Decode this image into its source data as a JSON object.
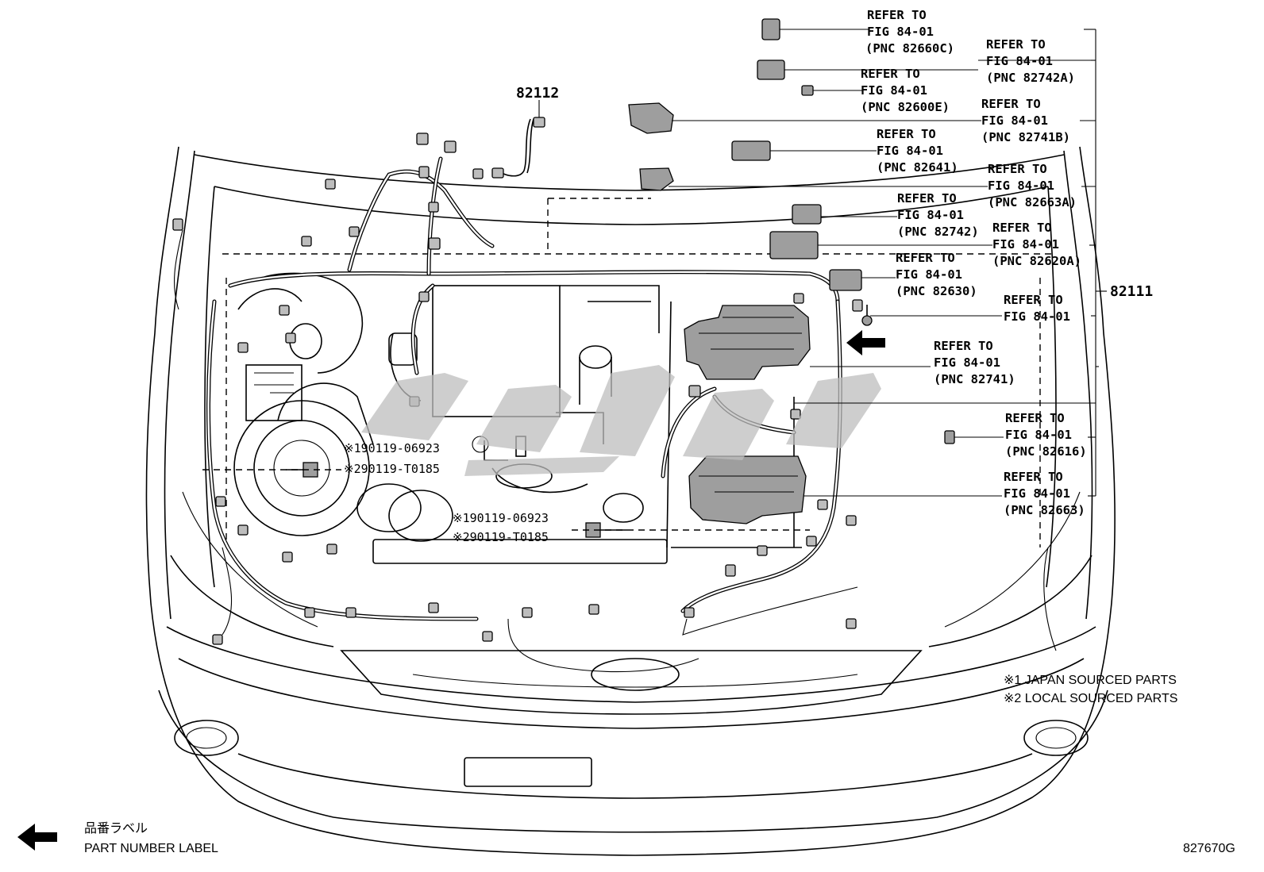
{
  "part_numbers": {
    "upper": "82112",
    "right": "82111"
  },
  "references": [
    {
      "line1": "REFER TO",
      "line2": "FIG 84-01",
      "line3": "(PNC 82660C)"
    },
    {
      "line1": "REFER TO",
      "line2": "FIG 84-01",
      "line3": "(PNC 82742A)"
    },
    {
      "line1": "REFER TO",
      "line2": "FIG 84-01",
      "line3": "(PNC 82600E)"
    },
    {
      "line1": "REFER TO",
      "line2": "FIG 84-01",
      "line3": "(PNC 82741B)"
    },
    {
      "line1": "REFER TO",
      "line2": "FIG 84-01",
      "line3": "(PNC 82641)"
    },
    {
      "line1": "REFER TO",
      "line2": "FIG 84-01",
      "line3": "(PNC 82663A)"
    },
    {
      "line1": "REFER TO",
      "line2": "FIG 84-01",
      "line3": "(PNC 82742)"
    },
    {
      "line1": "REFER TO",
      "line2": "FIG 84-01",
      "line3": "(PNC 82620A)"
    },
    {
      "line1": "REFER TO",
      "line2": "FIG 84-01",
      "line3": "(PNC 82630)"
    },
    {
      "line1": "REFER TO",
      "line2": "FIG 84-01",
      "line3": ""
    },
    {
      "line1": "REFER TO",
      "line2": "FIG 84-01",
      "line3": "(PNC 82741)"
    },
    {
      "line1": "REFER TO",
      "line2": "FIG 84-01",
      "line3": "(PNC 82616)"
    },
    {
      "line1": "REFER TO",
      "line2": "FIG 84-01",
      "line3": "(PNC 82663)"
    }
  ],
  "bolts": {
    "upper_a": "※190119-06923",
    "upper_b": "※290119-T0185",
    "lower_a": "※190119-06923",
    "lower_b": "※290119-T0185"
  },
  "notes": {
    "note1": "※1  JAPAN SOURCED PARTS",
    "note2": "※2  LOCAL SOURCED PARTS"
  },
  "legend": {
    "label_jp": "品番ラベル",
    "label_en": "PART NUMBER LABEL"
  },
  "figure_code": "827670G",
  "watermark": "quince"
}
